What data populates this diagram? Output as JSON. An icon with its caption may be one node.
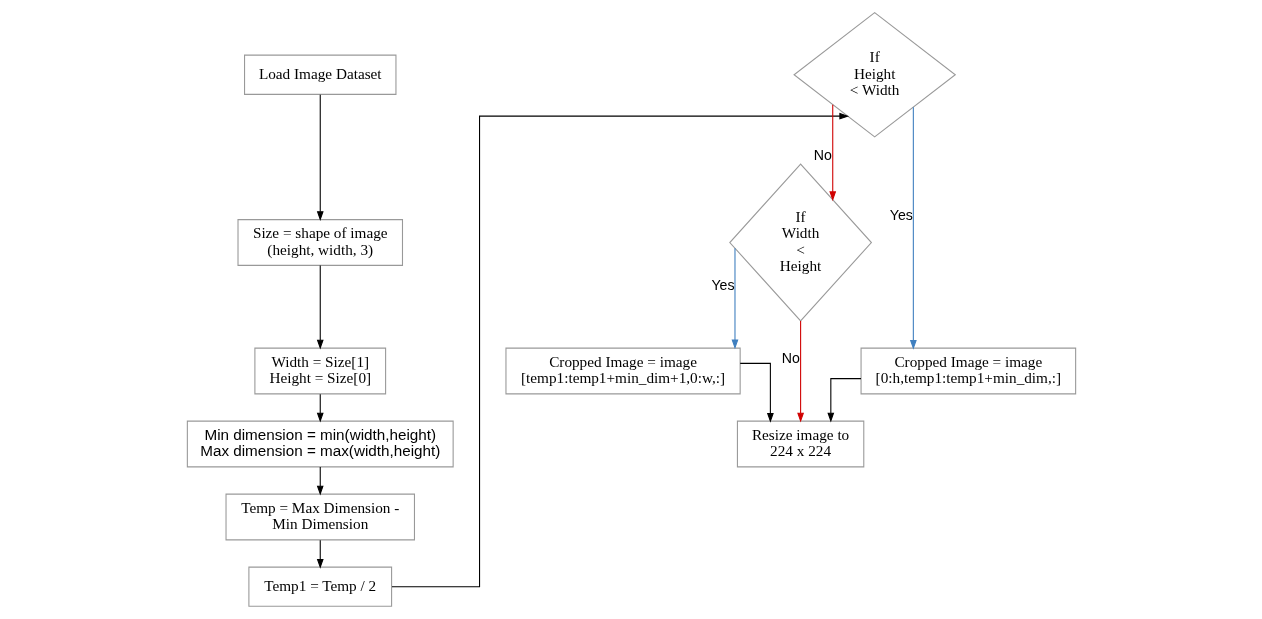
{
  "diagram": {
    "nodes": [
      {
        "text": [
          "Load Image Dataset"
        ]
      },
      {
        "text": [
          "Size = shape of image (height, width, 3)"
        ]
      },
      {
        "text": [
          "Width = Size[1] Height = Size[0]"
        ]
      },
      {
        "text": [
          "Min dimension = min(width,height) Max dimension = max(width,height)"
        ]
      },
      {
        "text": [
          "Temp = Max Dimension - Min Dimension"
        ]
      },
      {
        "text": [
          "Temp1 = Temp / 2"
        ]
      },
      {
        "text": [
          "If Height < Width"
        ]
      },
      {
        "text": [
          "If Width < Height"
        ]
      },
      {
        "text": [
          "Cropped Image = image [temp1:temp1+min_dim+1,0:w,:]"
        ]
      },
      {
        "text": [
          "Cropped Image = image [0:h,temp1:temp1+min_dim,:]"
        ]
      },
      {
        "text": [
          "Resize image to 224 x 224"
        ]
      }
    ],
    "edges": [
      {
        "from": 0,
        "to": 1,
        "arrow": "to"
      },
      {
        "from": 1,
        "to": 2,
        "arrow": "to"
      },
      {
        "from": 2,
        "to": 3,
        "arrow": "to"
      },
      {
        "from": 3,
        "to": 4,
        "arrow": "to"
      },
      {
        "from": 4,
        "to": 5,
        "arrow": "to"
      },
      {
        "from": 5,
        "to": 6,
        "arrow": "to"
      },
      {
        "from": 6,
        "to": 7,
        "arrow": "to",
        "label": "No",
        "color": "#d00000"
      },
      {
        "from": 6,
        "to": 9,
        "arrow": "to",
        "label": "Yes",
        "color": "#3f7fbf"
      },
      {
        "from": 7,
        "to": 8,
        "arrow": "to",
        "label": "Yes",
        "color": "#3f7fbf"
      },
      {
        "from": 7,
        "to": 10,
        "arrow": "to",
        "label": "No",
        "color": "#d00000"
      },
      {
        "from": 8,
        "to": 10,
        "arrow": "to"
      },
      {
        "from": 9,
        "to": 10,
        "arrow": "to"
      }
    ]
  }
}
